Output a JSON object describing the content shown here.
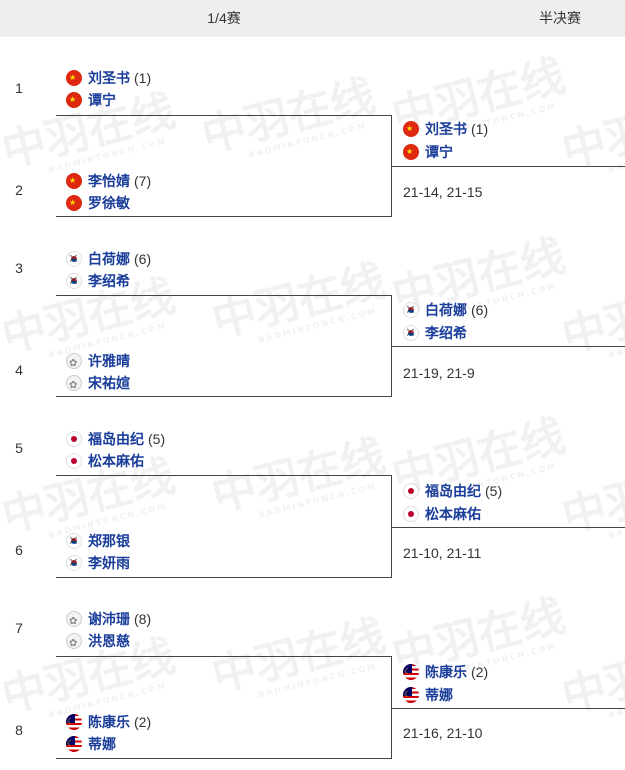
{
  "header": {
    "quarterfinal": "1/4赛",
    "semifinal": "半决赛"
  },
  "watermark": {
    "text": "中羽在线",
    "sub": "BADMINTONCN.COM"
  },
  "quarterfinals": [
    {
      "number": "1",
      "players": [
        {
          "name": "刘圣书",
          "seed": "(1)",
          "flag": "china-flag-icon"
        },
        {
          "name": "谭宁",
          "seed": "",
          "flag": "china-flag-icon"
        }
      ]
    },
    {
      "number": "2",
      "players": [
        {
          "name": "李怡婧",
          "seed": "(7)",
          "flag": "china-flag-icon"
        },
        {
          "name": "罗徐敏",
          "seed": "",
          "flag": "china-flag-icon"
        }
      ]
    },
    {
      "number": "3",
      "players": [
        {
          "name": "白荷娜",
          "seed": "(6)",
          "flag": "korea-flag-icon"
        },
        {
          "name": "李绍希",
          "seed": "",
          "flag": "korea-flag-icon"
        }
      ]
    },
    {
      "number": "4",
      "players": [
        {
          "name": "许雅晴",
          "seed": "",
          "flag": "chinese-taipei-flag-icon"
        },
        {
          "name": "宋祐媗",
          "seed": "",
          "flag": "chinese-taipei-flag-icon"
        }
      ]
    },
    {
      "number": "5",
      "players": [
        {
          "name": "福岛由纪",
          "seed": "(5)",
          "flag": "japan-flag-icon"
        },
        {
          "name": "松本麻佑",
          "seed": "",
          "flag": "japan-flag-icon"
        }
      ]
    },
    {
      "number": "6",
      "players": [
        {
          "name": "郑那银",
          "seed": "",
          "flag": "korea-flag-icon"
        },
        {
          "name": "李妍雨",
          "seed": "",
          "flag": "korea-flag-icon"
        }
      ]
    },
    {
      "number": "7",
      "players": [
        {
          "name": "谢沛珊",
          "seed": "(8)",
          "flag": "chinese-taipei-flag-icon"
        },
        {
          "name": "洪恩慈",
          "seed": "",
          "flag": "chinese-taipei-flag-icon"
        }
      ]
    },
    {
      "number": "8",
      "players": [
        {
          "name": "陈康乐",
          "seed": "(2)",
          "flag": "malaysia-flag-icon"
        },
        {
          "name": "蒂娜",
          "seed": "",
          "flag": "malaysia-flag-icon"
        }
      ]
    }
  ],
  "semifinals": [
    {
      "players": [
        {
          "name": "刘圣书",
          "seed": "(1)",
          "flag": "china-flag-icon"
        },
        {
          "name": "谭宁",
          "seed": "",
          "flag": "china-flag-icon"
        }
      ],
      "score": "21-14, 21-15"
    },
    {
      "players": [
        {
          "name": "白荷娜",
          "seed": "(6)",
          "flag": "korea-flag-icon"
        },
        {
          "name": "李绍希",
          "seed": "",
          "flag": "korea-flag-icon"
        }
      ],
      "score": "21-19, 21-9"
    },
    {
      "players": [
        {
          "name": "福岛由纪",
          "seed": "(5)",
          "flag": "japan-flag-icon"
        },
        {
          "name": "松本麻佑",
          "seed": "",
          "flag": "japan-flag-icon"
        }
      ],
      "score": "21-10, 21-11"
    },
    {
      "players": [
        {
          "name": "陈康乐",
          "seed": "(2)",
          "flag": "malaysia-flag-icon"
        },
        {
          "name": "蒂娜",
          "seed": "",
          "flag": "malaysia-flag-icon"
        }
      ],
      "score": "21-16, 21-10"
    }
  ]
}
